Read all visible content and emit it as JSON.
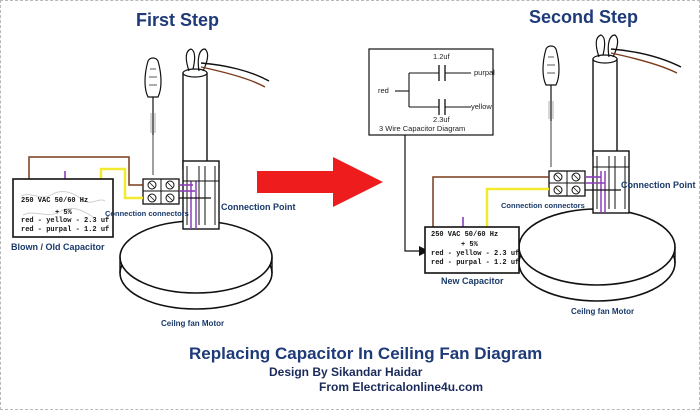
{
  "steps": {
    "first": "First Step",
    "second": "Second Step"
  },
  "left": {
    "capacitor_lines": [
      "250 VAC 50/60 Hz",
      "+ 5%",
      "red - yellow - 2.3 uf",
      "red - purpal - 1.2 uf"
    ],
    "capacitor_label": "Blown / Old Capacitor",
    "connectors_label": "Connection connectors",
    "connection_point": "Connection Point",
    "motor_label": "Ceilng fan Motor"
  },
  "right": {
    "capacitor_lines": [
      "250 VAC 50/60 Hz",
      "+ 5%",
      "red - yellow - 2.3 uf",
      "red - purpal - 1.2 uf"
    ],
    "capacitor_label": "New Capacitor",
    "connectors_label": "Connection connectors",
    "connection_point": "Connection Point",
    "motor_label": "Ceilng fan Motor"
  },
  "wire_diagram": {
    "top_value": "1.2uf",
    "top_wire": "purpal",
    "left_wire": "red",
    "bottom_wire": "yellow",
    "bottom_value": "2.3uf",
    "caption": "3 Wire Capacitor Diagram"
  },
  "footer": {
    "title": "Replacing Capacitor In Ceiling Fan Diagram",
    "credit": "Design By Sikandar Haidar",
    "source": "From Electricalonline4u.com"
  },
  "colors": {
    "arrow": "#ee1c1c",
    "title": "#1e3a78",
    "wire_purple": "#8a3fb8",
    "wire_yellow": "#f2ea30",
    "wire_brown": "#7a3b1c"
  }
}
